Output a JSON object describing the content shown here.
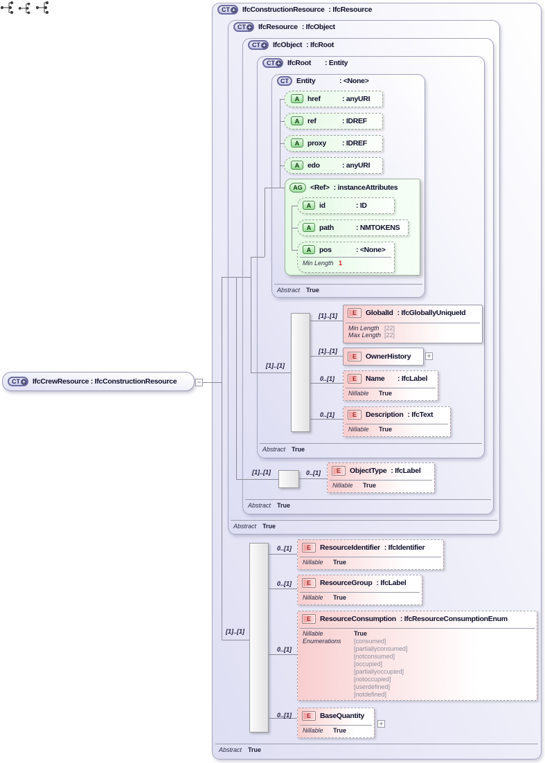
{
  "badges": {
    "ct": "CT",
    "a": "A",
    "ag": "AG",
    "e": "E",
    "plus": "+",
    "minus": "−",
    "expand": "+"
  },
  "crew_element": {
    "title": "IfcCrewResource : IfcConstructionResource"
  },
  "levels": [
    {
      "name": "IfcConstructionResource",
      "type": ": IfcResource",
      "abstract_label": "Abstract",
      "abstract_value": "True"
    },
    {
      "name": "IfcResource",
      "type": ": IfcObject",
      "abstract_label": "Abstract",
      "abstract_value": "True"
    },
    {
      "name": "IfcObject",
      "type": ": IfcRoot",
      "abstract_label": "Abstract",
      "abstract_value": "True"
    },
    {
      "name": "IfcRoot",
      "type": ": Entity",
      "abstract_label": "Abstract",
      "abstract_value": "True"
    },
    {
      "name": "Entity",
      "type": ": <None>",
      "abstract_label": "Abstract",
      "abstract_value": "True"
    }
  ],
  "entity_attributes": [
    {
      "name": "href",
      "type": ": anyURI"
    },
    {
      "name": "ref",
      "type": ": IDREF"
    },
    {
      "name": "proxy",
      "type": ": IDREF"
    },
    {
      "name": "edo",
      "type": ": anyURI"
    }
  ],
  "ref_group": {
    "name": "<Ref>",
    "type": ": instanceAttributes",
    "attributes": [
      {
        "name": "id",
        "type": ": ID"
      },
      {
        "name": "path",
        "type": ": NMTOKENS"
      },
      {
        "name": "pos",
        "type": ": <None>",
        "facet_label": "Min Length",
        "facet_value": "1"
      }
    ]
  },
  "root_sequence": {
    "cardinality": "[1]..[1]",
    "children": [
      {
        "cardinality": "[1]..[1]",
        "name": "GlobalId",
        "type": ": IfcGloballyUniqueId",
        "facets": [
          {
            "label": "Min Length",
            "value": "[22]"
          },
          {
            "label": "Max Length",
            "value": "[22]"
          }
        ]
      },
      {
        "cardinality": "[1]..[1]",
        "name": "OwnerHistory",
        "type": ""
      },
      {
        "cardinality": "0..[1]",
        "name": "Name",
        "type": ": IfcLabel",
        "nillable_label": "Nillable",
        "nillable_value": "True"
      },
      {
        "cardinality": "0..[1]",
        "name": "Description",
        "type": ": IfcText",
        "nillable_label": "Nillable",
        "nillable_value": "True"
      }
    ]
  },
  "object_sequence": {
    "cardinality": "[1]..[1]",
    "child": {
      "cardinality": "0..[1]",
      "name": "ObjectType",
      "type": ": IfcLabel",
      "nillable_label": "Nillable",
      "nillable_value": "True"
    }
  },
  "construction_sequence": {
    "cardinality": "[1]..[1]",
    "children": [
      {
        "cardinality": "0..[1]",
        "name": "ResourceIdentifier",
        "type": ": IfcIdentifier",
        "nillable_label": "Nillable",
        "nillable_value": "True"
      },
      {
        "cardinality": "0..[1]",
        "name": "ResourceGroup",
        "type": ": IfcLabel",
        "nillable_label": "Nillable",
        "nillable_value": "True"
      },
      {
        "cardinality": "0..[1]",
        "name": "ResourceConsumption",
        "type": ": IfcResourceConsumptionEnum",
        "nillable_label": "Nillable",
        "nillable_value": "True",
        "enum_label": "Enumerations",
        "enumerations": [
          "[consumed]",
          "[partiallyconsumed]",
          "[notconsumed]",
          "[occupied]",
          "[partiallyoccupied]",
          "[notoccupied]",
          "[userdefined]",
          "[notdefined]"
        ]
      },
      {
        "cardinality": "0..[1]",
        "name": "BaseQuantity",
        "type": "",
        "nillable_label": "Nillable",
        "nillable_value": "True"
      }
    ]
  }
}
